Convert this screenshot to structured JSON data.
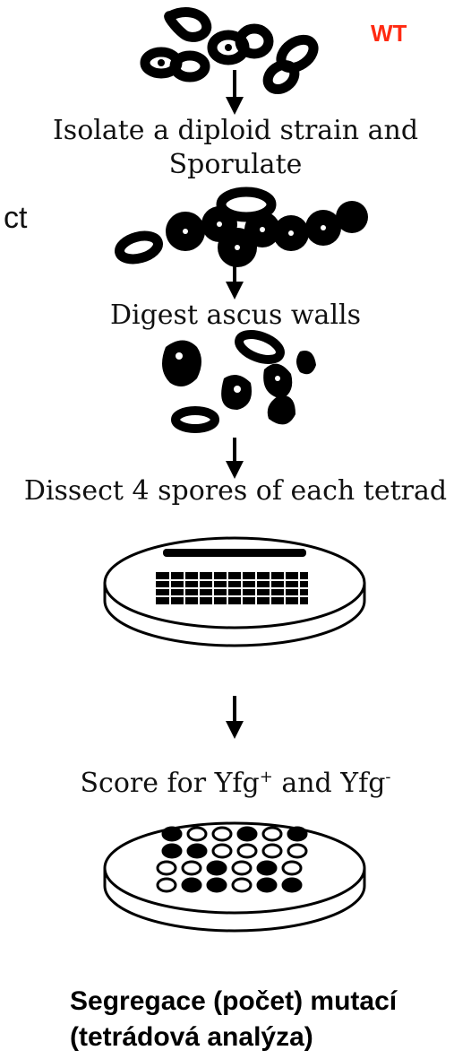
{
  "wt_label": "WT",
  "cut_text": "ct",
  "steps": [
    {
      "line1": "Isolate a diploid strain and",
      "line2": "Sporulate"
    },
    {
      "line1": "Digest ascus walls"
    },
    {
      "line1": "Dissect 4 spores of each tetrad"
    },
    {
      "prefix": "Score for Yfg",
      "sup1": "+",
      "mid": " and Yfg",
      "sup2": "-"
    }
  ],
  "caption": {
    "line1": "Segregace (počet) mutací",
    "line2": "(tetrádová analýza)"
  },
  "score_plate_rows": [
    [
      "filled",
      "open",
      "open",
      "filled",
      "open",
      "filled"
    ],
    [
      "filled",
      "filled",
      "open",
      "open",
      "open",
      "open"
    ],
    [
      "open",
      "open",
      "filled",
      "open",
      "filled",
      "open"
    ],
    [
      "open",
      "filled",
      "filled",
      "open",
      "filled",
      "filled"
    ]
  ]
}
